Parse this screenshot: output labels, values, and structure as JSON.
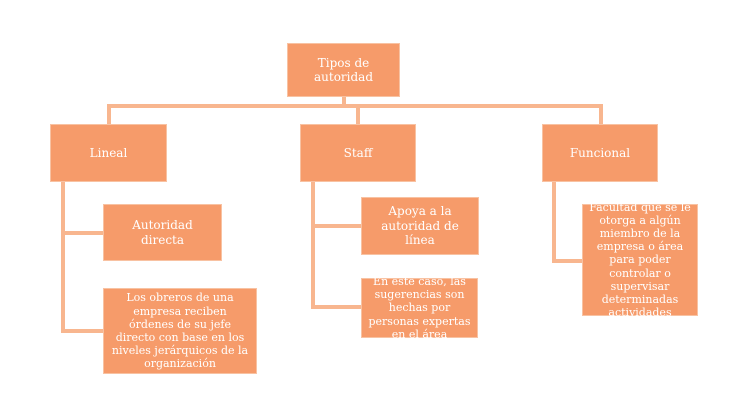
{
  "diagram": {
    "root": {
      "label": "Tipos de autoridad"
    },
    "branches": [
      {
        "label": "Lineal",
        "children": [
          {
            "label": "Autoridad directa"
          },
          {
            "label": "Los obreros de una empresa reciben órdenes de su jefe directo con base en los niveles jerárquicos de la organización"
          }
        ]
      },
      {
        "label": "Staff",
        "children": [
          {
            "label": "Apoya a la autoridad de línea"
          },
          {
            "label": "En este caso, las sugerencias son hechas por personas expertas en el área"
          }
        ]
      },
      {
        "label": "Funcional",
        "children": [
          {
            "label": "Facultad que se le otorga a algún miembro de la empresa o área para poder controlar o supervisar determinadas actividades"
          }
        ]
      }
    ],
    "colors": {
      "box_fill": "#f69b6a",
      "connector": "#f8b68f",
      "text": "#ffffff"
    }
  }
}
